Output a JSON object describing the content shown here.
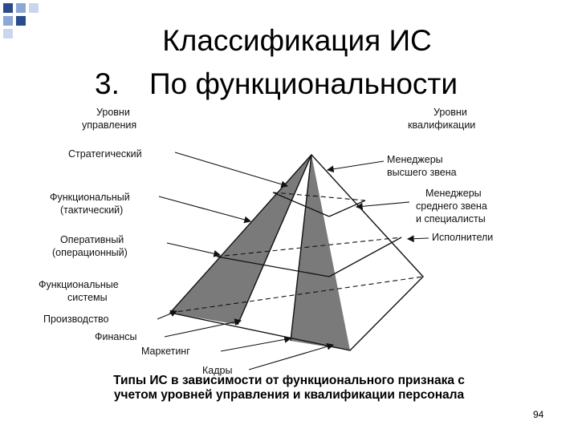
{
  "slide": {
    "title": "Классификация ИС",
    "subtitle_number": "3.",
    "subtitle": "По функциональности",
    "page_number": "94",
    "bullet_colors": [
      "#2b4b8c",
      "#8ea6d6",
      "#c9d6ee"
    ]
  },
  "diagram": {
    "left_labels": {
      "management_levels": [
        "Уровни",
        "управления"
      ],
      "strategic": "Стратегический",
      "functional_tactical": [
        "Функциональный",
        "(тактический)"
      ],
      "operational": [
        "Оперативный",
        "(операционный)"
      ],
      "functional_systems": [
        "Функциональные",
        "системы"
      ],
      "production": "Производство",
      "finance": "Финансы",
      "marketing": "Маркетинг",
      "personnel": "Кадры"
    },
    "right_labels": {
      "qualification_levels": [
        "Уровни",
        "квалификации"
      ],
      "top_managers": [
        "Менеджеры",
        "высшего звена"
      ],
      "middle_managers": [
        "Менеджеры",
        "среднего звена",
        "и специалисты"
      ],
      "executors": "Исполнители"
    },
    "shaded_color": "#7a7a7a"
  },
  "caption": {
    "line1": "Типы ИС в зависимости от функционального признака с",
    "line2": "учетом уровней управления и квалификации персонала"
  }
}
